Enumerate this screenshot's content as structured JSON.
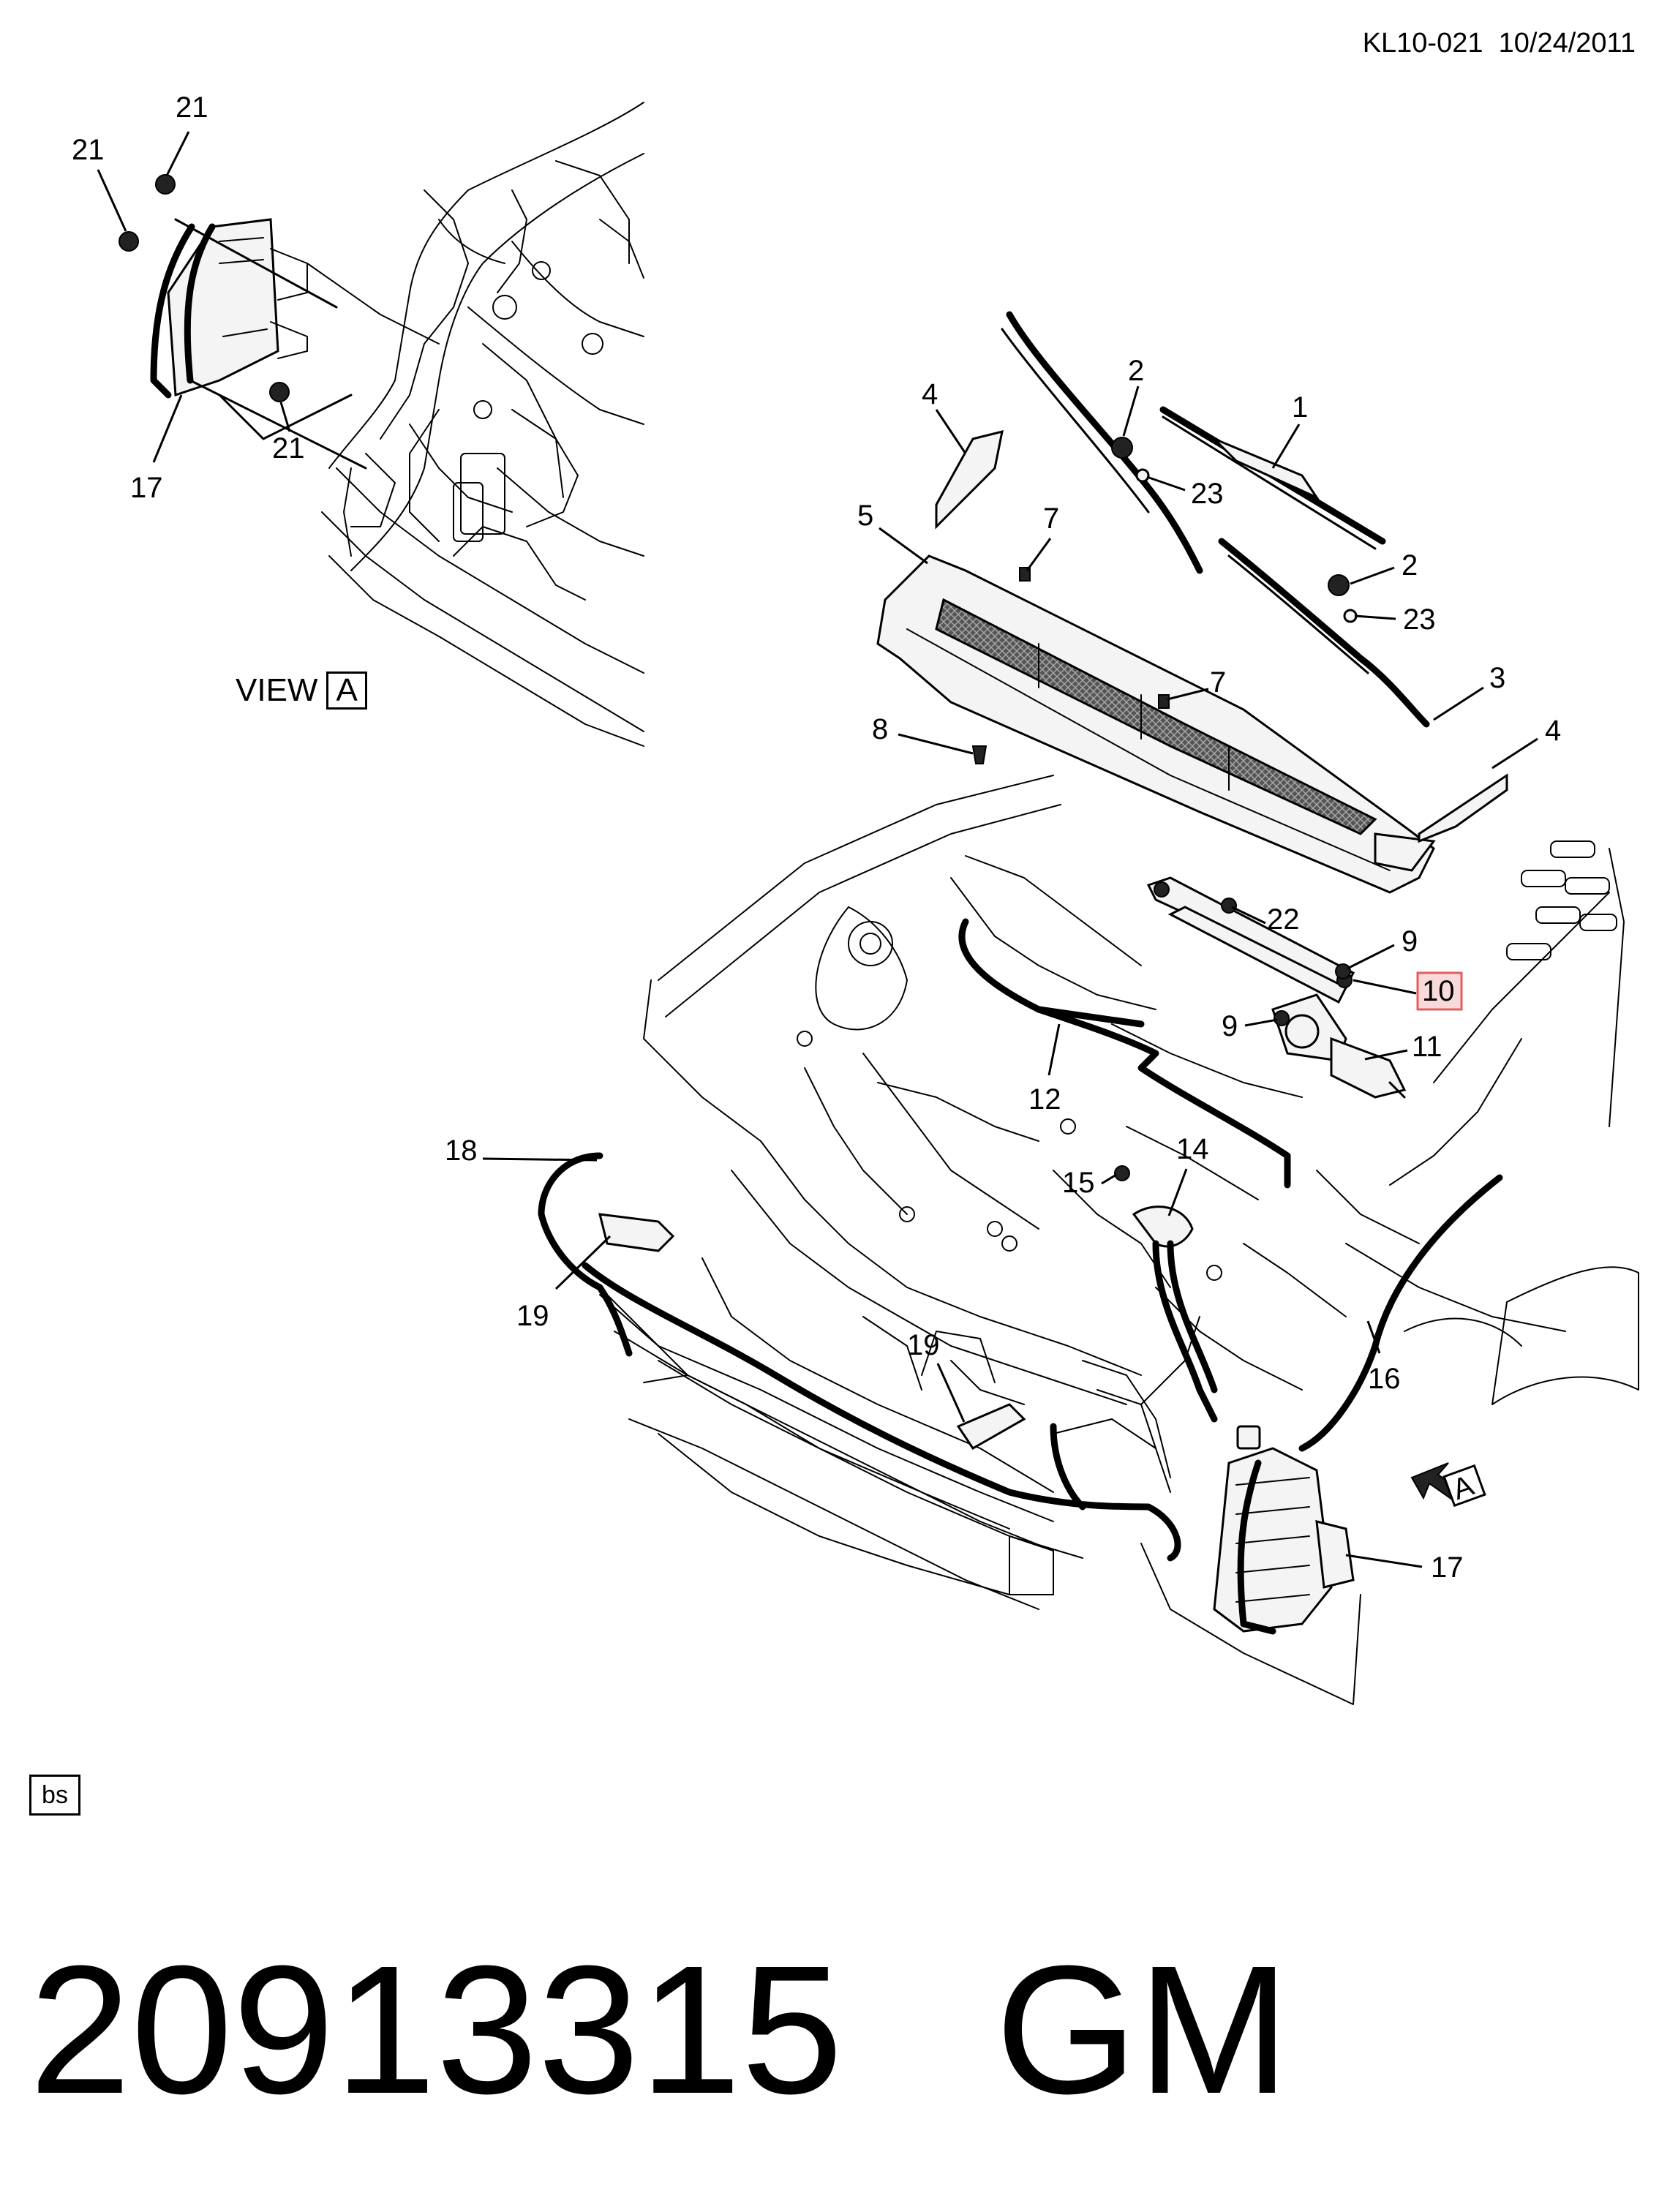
{
  "document": {
    "ref": "KL10-021",
    "date": "10/24/2011",
    "view_label": "VIEW",
    "view_id": "A",
    "tag": "bs",
    "part_number": "20913315",
    "manufacturer": "GM",
    "highlight_color": "#e06060"
  },
  "inset_callouts": [
    "21",
    "21",
    "21",
    "17"
  ],
  "main_callouts": [
    "1",
    "2",
    "23",
    "2",
    "23",
    "3",
    "4",
    "4",
    "5",
    "7",
    "7",
    "8",
    "22",
    "9",
    "10",
    "9",
    "11",
    "12",
    "14",
    "15",
    "16",
    "17",
    "18",
    "19",
    "19"
  ],
  "view_arrow_label": "A"
}
